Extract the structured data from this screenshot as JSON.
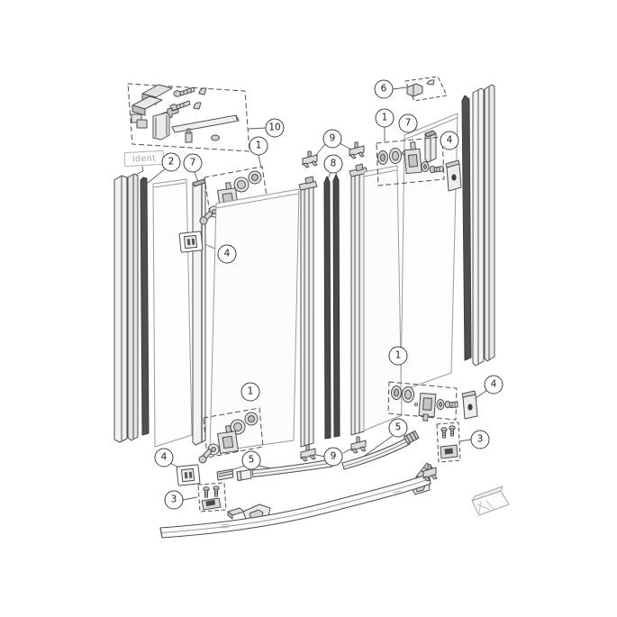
{
  "diagram": {
    "type": "exploded-parts-diagram",
    "ident_label": "Ident",
    "callouts": [
      {
        "label": "10"
      },
      {
        "label": "2"
      },
      {
        "label": "7"
      },
      {
        "label": "1"
      },
      {
        "label": "9"
      },
      {
        "label": "8"
      },
      {
        "label": "6"
      },
      {
        "label": "1"
      },
      {
        "label": "7"
      },
      {
        "label": "4"
      },
      {
        "label": "4"
      },
      {
        "label": "1"
      },
      {
        "label": "4"
      },
      {
        "label": "5"
      },
      {
        "label": "3"
      },
      {
        "label": "9"
      },
      {
        "label": "5"
      },
      {
        "label": "1"
      },
      {
        "label": "4"
      },
      {
        "label": "3"
      }
    ],
    "colors": {
      "outline": "#4d4d4d",
      "glass_outline": "#9a9a9a",
      "seal_dark": "#4a4a4a",
      "metal_light": "#f0f0f0",
      "metal_shaded": "#c7c7c7",
      "background": "#ffffff"
    }
  }
}
